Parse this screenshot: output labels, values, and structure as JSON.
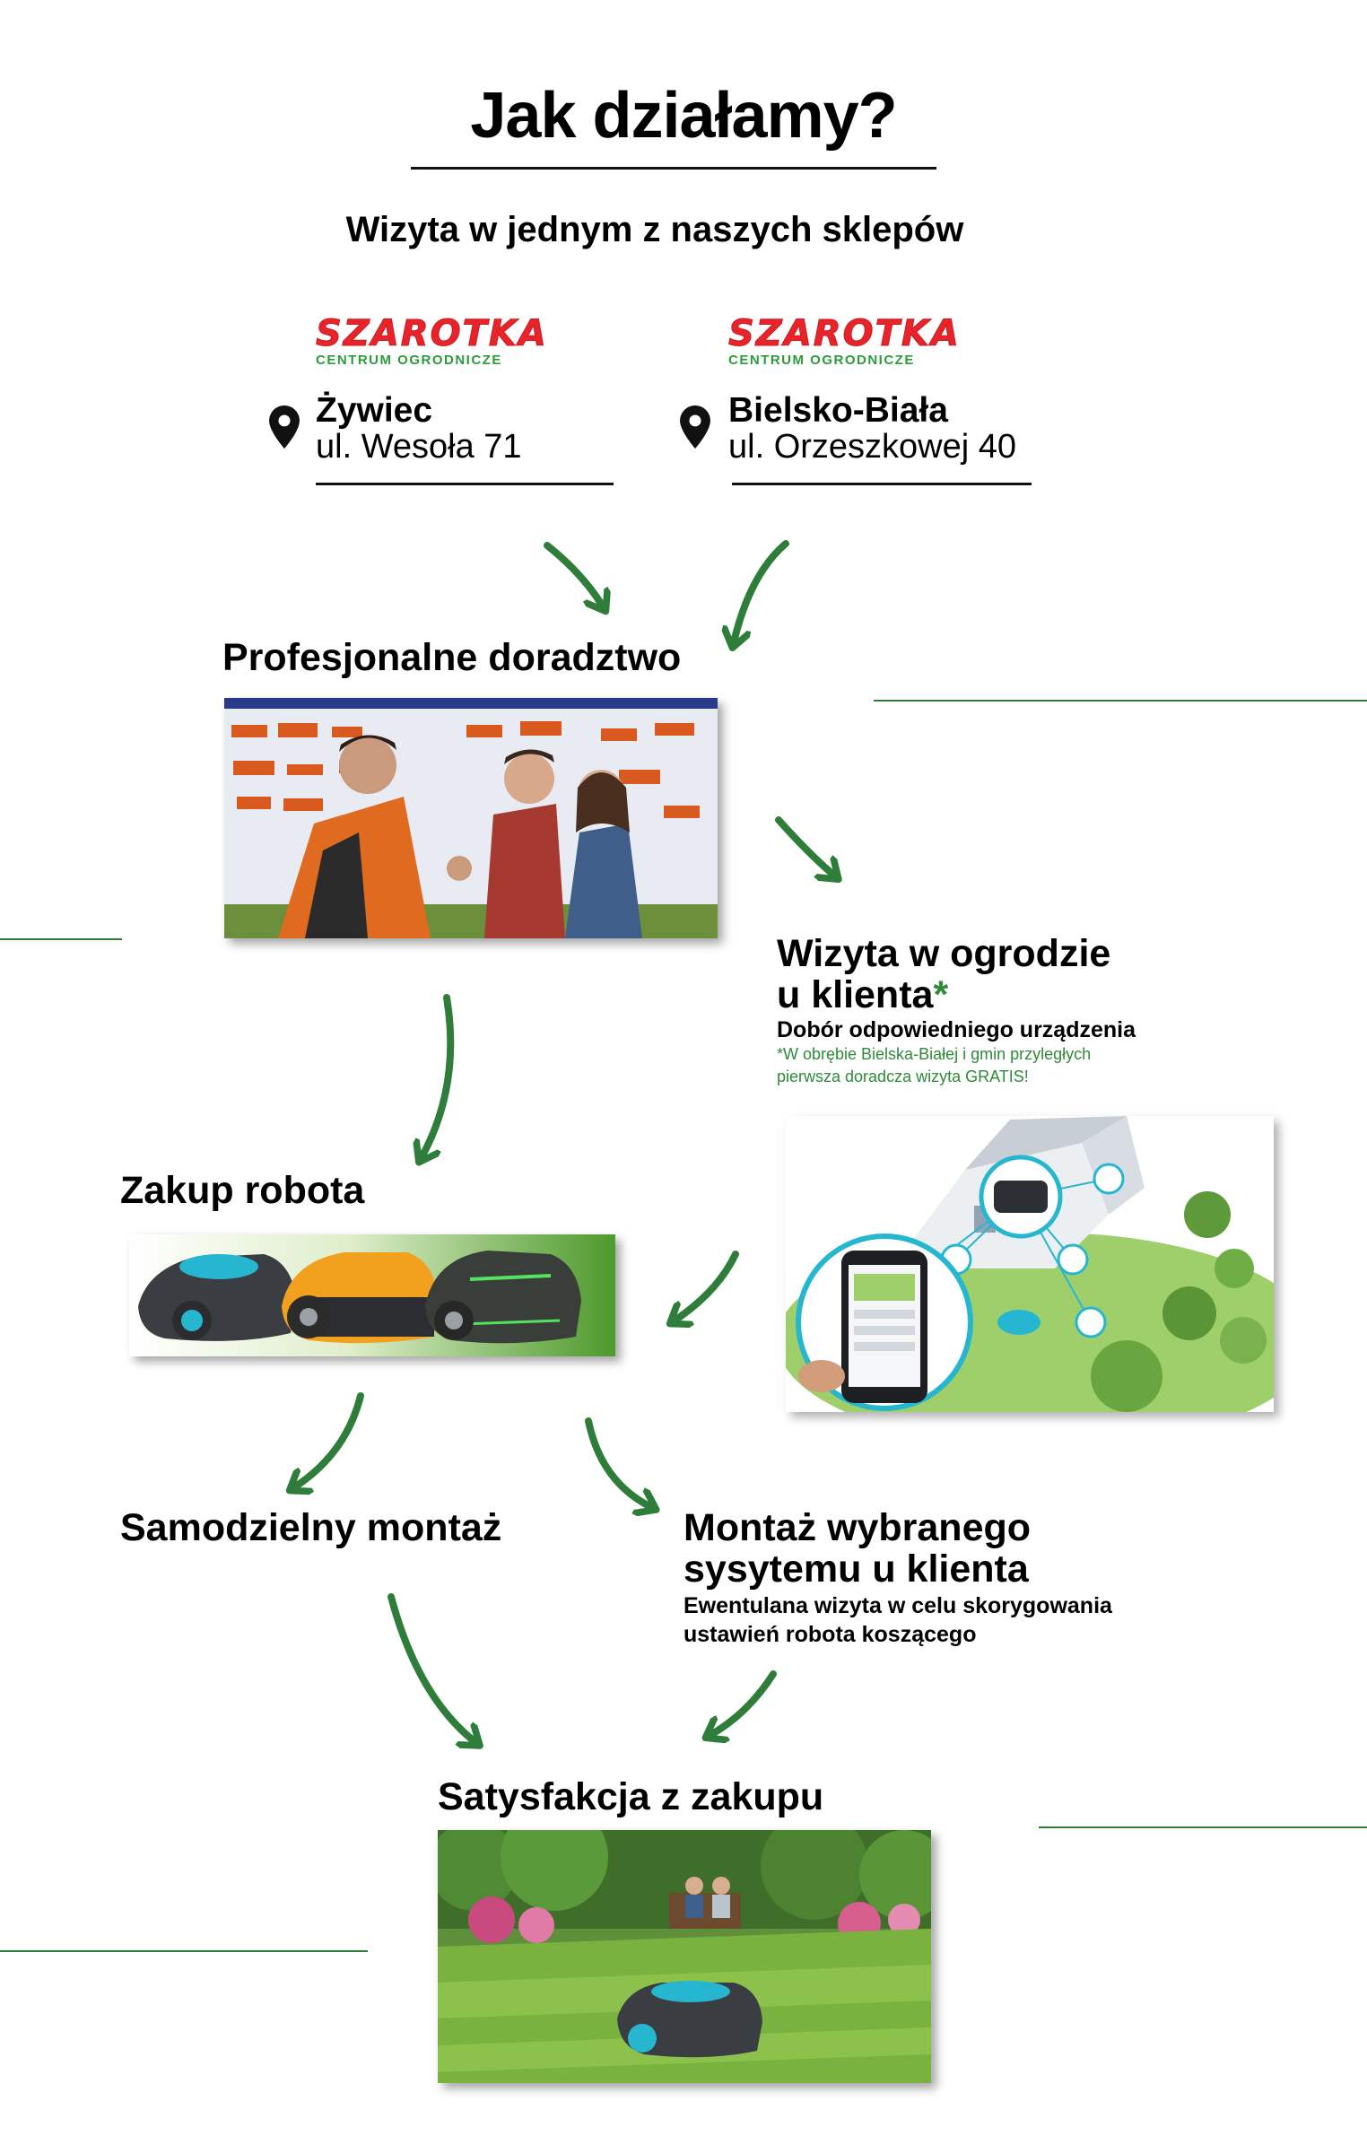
{
  "header": {
    "title": "Jak działamy?",
    "subtitle": "Wizyta w jednym z naszych sklepów"
  },
  "stores": [
    {
      "brand": "SZAROTKA",
      "brand_sub": "CENTRUM OGRODNICZE",
      "city": "Żywiec",
      "street": "ul. Wesoła 71",
      "icon": "location-pin-icon"
    },
    {
      "brand": "SZAROTKA",
      "brand_sub": "CENTRUM OGRODNICZE",
      "city": "Bielsko-Biała",
      "street": "ul. Orzeszkowej 40",
      "icon": "location-pin-icon"
    }
  ],
  "steps": {
    "advice": {
      "title": "Profesjonalne doradztwo"
    },
    "garden_visit": {
      "title_line1": "Wizyta w ogrodzie",
      "title_line2": "u klienta",
      "star": "*",
      "subtitle": "Dobór odpowiedniego urządzenia",
      "note_line1": "*W obrębie Bielska-Białej i gmin przyległych",
      "note_line2": "pierwsza doradcza wizyta GRATIS!"
    },
    "purchase": {
      "title": "Zakup robota"
    },
    "self_install": {
      "title": "Samodzielny montaż"
    },
    "install": {
      "title_line1": "Montaż wybranego",
      "title_line2": "sysytemu u klienta",
      "desc_line1": "Ewentulana wizyta w celu skorygowania",
      "desc_line2": "ustawień robota koszącego"
    },
    "satisfaction": {
      "title": "Satysfakcja z zakupu"
    }
  },
  "colors": {
    "accent_green": "#2f8a3a",
    "brand_red": "#e8242a",
    "robot_teal": "#27b6cf",
    "robot_orange": "#f2a11e"
  }
}
